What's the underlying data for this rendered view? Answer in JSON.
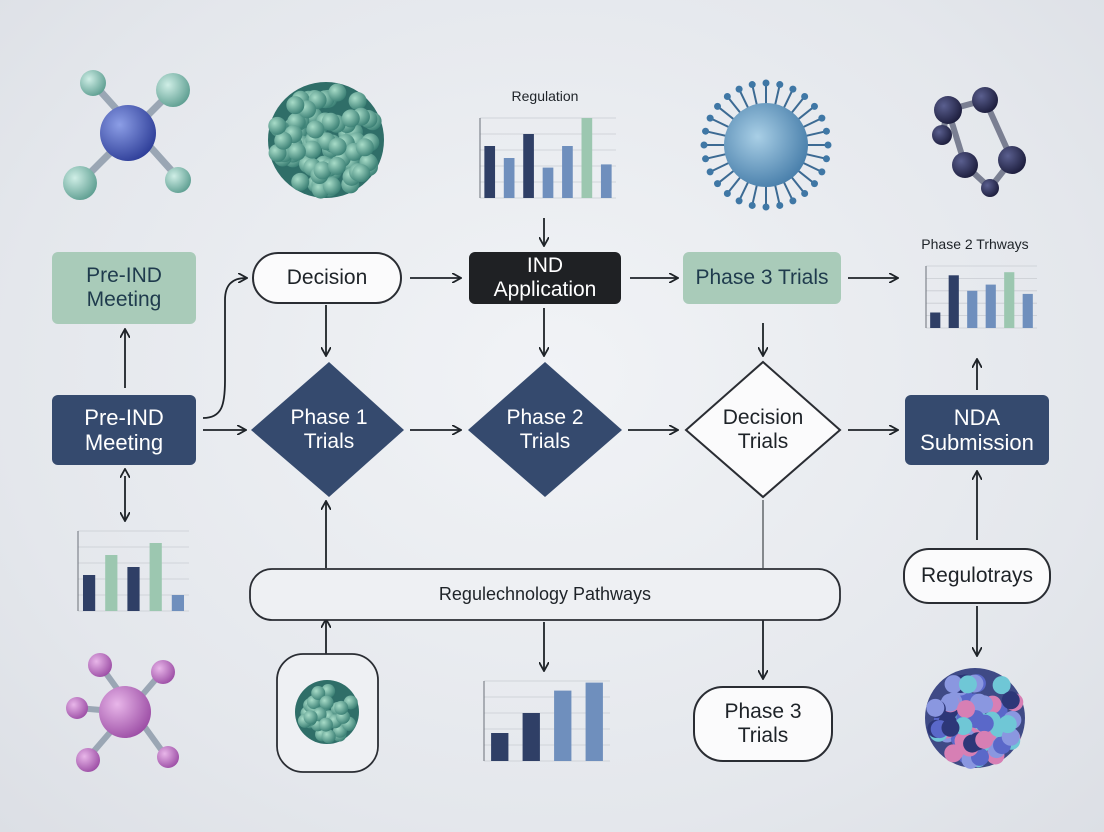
{
  "nodes": {
    "pre_ind_green": "Pre-IND\nMeeting",
    "decision_top": "Decision",
    "ind_application": "IND\nApplication",
    "phase3_green": "Phase 3 Trials",
    "pre_ind_navy": "Pre-IND\nMeeting",
    "phase1": "Phase 1\nTrials",
    "phase2": "Phase 2\nTrials",
    "decision_trials": "Decision\nTrials",
    "nda": "NDA\nSubmission",
    "pathways": "Regulechnology Pathways",
    "regulotrays": "Regulotrays",
    "phase3_bottom": "Phase 3\nTrials"
  },
  "chart_data": [
    {
      "type": "bar",
      "title": "Regulation",
      "categories": [
        "",
        "",
        "",
        "",
        "",
        "",
        "",
        ""
      ],
      "values": [
        65,
        50,
        80,
        38,
        65,
        100,
        42,
        0
      ],
      "ylim": [
        0,
        100
      ],
      "colors": [
        "#2f3f66",
        "#6f8fbd",
        "#2f3f66",
        "#6f8fbd",
        "#6f8fbd",
        "#9cc7b0",
        "#6f8fbd"
      ]
    },
    {
      "type": "bar",
      "title": "Phase 2 Trhways",
      "categories": [
        "",
        "",
        "",
        "",
        "",
        ""
      ],
      "values": [
        25,
        85,
        60,
        70,
        90,
        55
      ],
      "ylim": [
        0,
        100
      ],
      "colors": [
        "#2f3f66",
        "#2f3f66",
        "#6f8fbd",
        "#6f8fbd",
        "#9cc7b0",
        "#6f8fbd"
      ]
    },
    {
      "type": "bar",
      "title": "",
      "categories": [
        "",
        "",
        "",
        "",
        ""
      ],
      "values": [
        45,
        70,
        55,
        85,
        20
      ],
      "ylim": [
        0,
        100
      ],
      "colors": [
        "#2f3f66",
        "#9cc7b0",
        "#2f3f66",
        "#9cc7b0",
        "#6f8fbd"
      ]
    },
    {
      "type": "bar",
      "title": "",
      "categories": [
        "",
        "",
        "",
        ""
      ],
      "values": [
        35,
        60,
        88,
        98
      ],
      "ylim": [
        0,
        100
      ],
      "colors": [
        "#2f3f66",
        "#2f3f66",
        "#6f8fbd",
        "#6f8fbd"
      ]
    }
  ],
  "icons": [
    "molecule-cross-teal-icon",
    "cluster-sphere-teal-icon",
    "virus-sphere-blue-icon",
    "hexagon-molecule-navy-icon",
    "molecule-cross-purple-icon",
    "cluster-sphere-framed-icon",
    "cluster-sphere-multicolor-icon"
  ]
}
